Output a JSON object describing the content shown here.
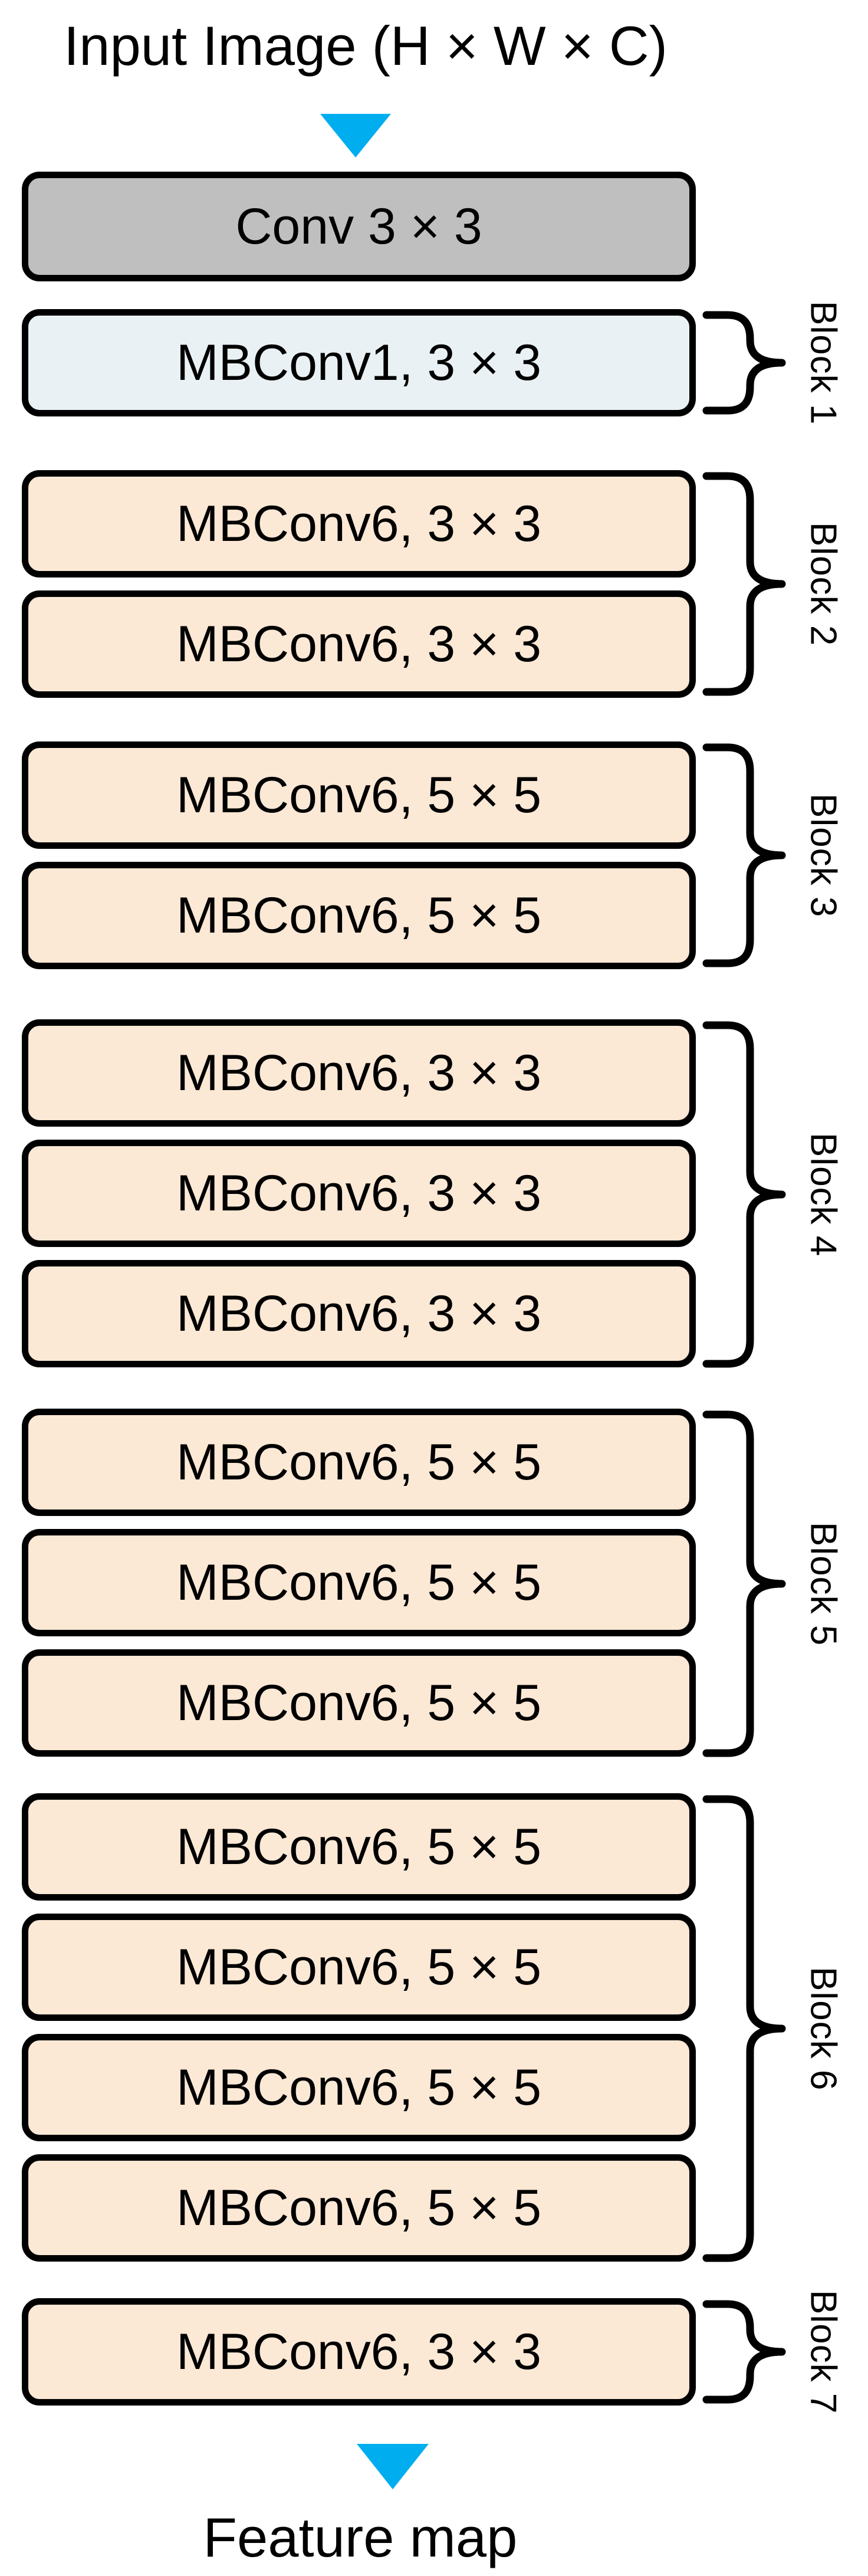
{
  "title": "Input Image (H × W × C)",
  "stem_box": "Conv 3 × 3",
  "blocks": [
    {
      "name": "Block 1",
      "boxes": [
        "MBConv1, 3 × 3"
      ]
    },
    {
      "name": "Block 2",
      "boxes": [
        "MBConv6, 3 × 3",
        "MBConv6, 3 × 3"
      ]
    },
    {
      "name": "Block 3",
      "boxes": [
        "MBConv6, 5 × 5",
        "MBConv6, 5 × 5"
      ]
    },
    {
      "name": "Block 4",
      "boxes": [
        "MBConv6, 3 × 3",
        "MBConv6, 3 × 3",
        "MBConv6, 3 × 3"
      ]
    },
    {
      "name": "Block 5",
      "boxes": [
        "MBConv6, 5 × 5",
        "MBConv6, 5 × 5",
        "MBConv6, 5 × 5"
      ]
    },
    {
      "name": "Block 6",
      "boxes": [
        "MBConv6, 5 × 5",
        "MBConv6, 5 × 5",
        "MBConv6, 5 × 5",
        "MBConv6, 5 × 5"
      ]
    },
    {
      "name": "Block 7",
      "boxes": [
        "MBConv6, 3 × 3"
      ]
    }
  ],
  "footer": "Feature map",
  "colors": {
    "arrow": "#00AEEF",
    "stem_fill": "#BFBFBF",
    "block1_fill": "#E9F1F4",
    "block_fill": "#FBE8D5",
    "border": "#000000",
    "text": "#000000"
  }
}
